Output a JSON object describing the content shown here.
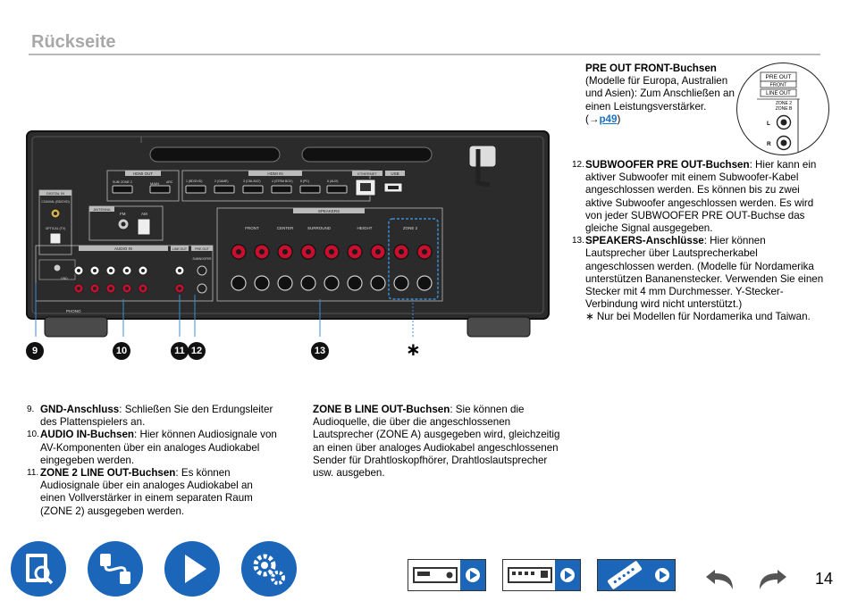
{
  "page": {
    "title": "Rückseite",
    "number": "14"
  },
  "pre_out": {
    "heading": "PRE OUT FRONT-Buchsen",
    "body": "(Modelle für Europa, Australien und Asien): Zum Anschließen an einen Leistungsverstärker.",
    "link_prefix": "(→",
    "link_text": "p49",
    "link_suffix": ")"
  },
  "inset": {
    "pre_out": "PRE OUT",
    "front": "FRONT",
    "line_out": "LINE OUT",
    "zone": "ZONE 2",
    "zone_b": "ZONE B",
    "l": "L",
    "r": "R"
  },
  "right_list": [
    {
      "num": "12.",
      "term": "SUBWOOFER PRE OUT-Buchsen",
      "text": ": Hier kann ein aktiver Subwoofer mit einem Subwoofer-Kabel angeschlossen werden. Es können bis zu zwei aktive Subwoofer angeschlossen werden. Es wird von jeder SUBWOOFER PRE OUT-Buchse das gleiche Signal ausgegeben."
    },
    {
      "num": "13.",
      "term": "SPEAKERS-Anschlüsse",
      "text": ": Hier können Lautsprecher über Lautsprecherkabel angeschlossen werden. (Modelle für Nordamerika unterstützen Bananenstecker. Verwenden Sie einen Stecker mit 4 mm Durchmesser. Y-Stecker-Verbindung wird nicht unterstützt.)"
    }
  ],
  "right_note": "∗ Nur bei Modellen für Nordamerika und Taiwan.",
  "device_labels": {
    "hdmi_out": "HDMI OUT",
    "hdmi_in": "HDMI IN",
    "ethernet": "ETHERNET",
    "usb": "USB",
    "sub_zone2": "SUB/ ZONE 2",
    "main": "MAIN",
    "arc": "ARC",
    "in1": "1 (BD/DVD)",
    "in2": "2 (GAME)",
    "in3": "3 (CBL/SAT)",
    "in4": "4 (STRM BOX)",
    "in5": "5 (PC)",
    "in6": "6 (AUX)",
    "digital_in": "DIGITAL IN",
    "coaxial": "COAXIAL (BD/DVD)",
    "optical": "OPTICAL (TV)",
    "antenna": "ANTENNA",
    "fm": "FM",
    "am": "AM",
    "speakers": "SPEAKERS",
    "front": "FRONT",
    "center": "CENTER",
    "surround": "SURROUND",
    "height": "HEIGHT",
    "zone2": "ZONE 2",
    "audio_in": "AUDIO IN",
    "line_out": "LINE OUT",
    "pre_out": "PRE OUT",
    "subwoofer": "SUBWOOFER",
    "phono": "PHONO",
    "gnd": "GND",
    "r": "R",
    "l": "L"
  },
  "callouts": [
    "9",
    "10",
    "11",
    "12",
    "13"
  ],
  "star": "∗",
  "bottom_list": [
    {
      "num": "9.",
      "term": "GND-Anschluss",
      "text": ": Schließen Sie den Erdungsleiter des Plattenspielers an."
    },
    {
      "num": "10.",
      "term": "AUDIO IN-Buchsen",
      "text": ": Hier können Audiosignale von AV-Komponenten über ein analoges Audiokabel eingegeben werden."
    },
    {
      "num": "11.",
      "term": "ZONE 2 LINE OUT-Buchsen",
      "text": ": Es können Audiosignale über ein analoges Audiokabel an einen Vollverstärker in einem separaten Raum (ZONE 2) ausgegeben werden."
    }
  ],
  "zone_b": {
    "term": "ZONE B LINE OUT-Buchsen",
    "text": ": Sie können die Audioquelle, die über die angeschlossenen Lautsprecher (ZONE A) ausgegeben wird, gleichzeitig an einen über analoges Audiokabel angeschlossenen Sender für Drahtloskopfhörer, Drahtloslautsprecher usw. ausgeben."
  },
  "colors": {
    "accent": "#1b66b8",
    "terminal_red": "#c8102e",
    "panel": "#2b2b2b"
  }
}
